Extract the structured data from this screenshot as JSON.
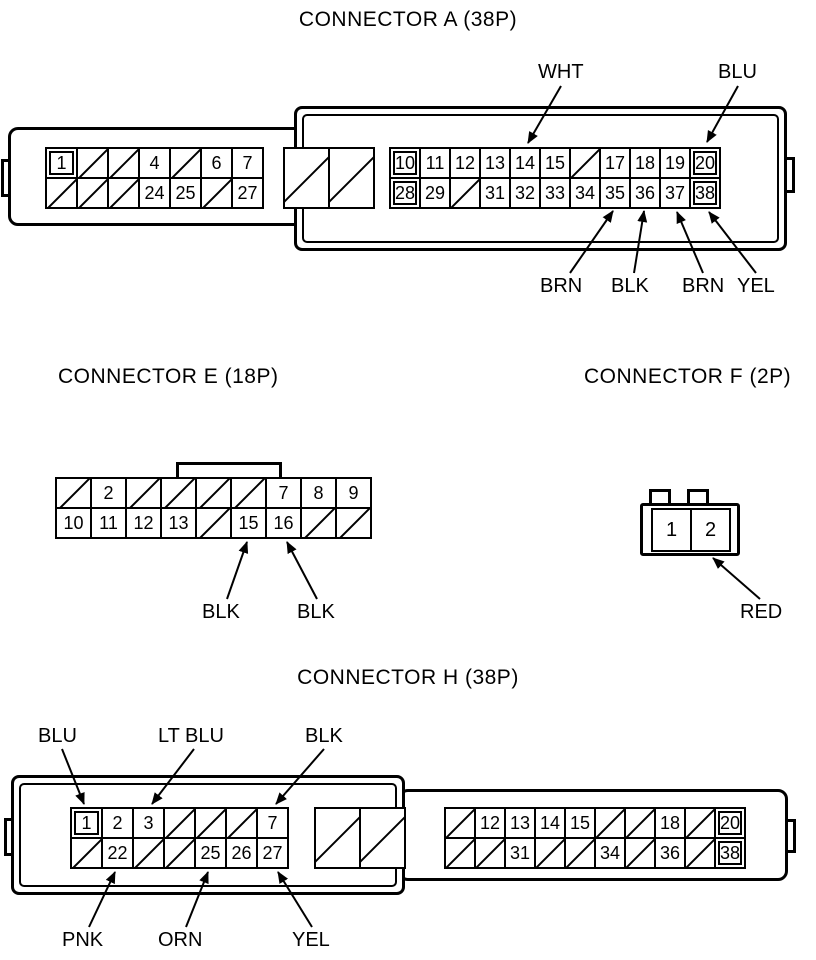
{
  "connector_a": {
    "title": "CONNECTOR A (38P)",
    "pins_left_top": [
      "1",
      "",
      "",
      "4",
      "",
      "6",
      "7"
    ],
    "pins_left_bottom": [
      "",
      "",
      "",
      "24",
      "25",
      "",
      "27"
    ],
    "pins_right_top": [
      "10",
      "11",
      "12",
      "13",
      "14",
      "15",
      "",
      "17",
      "18",
      "19",
      "20"
    ],
    "pins_right_bottom": [
      "28",
      "29",
      "",
      "31",
      "32",
      "33",
      "34",
      "35",
      "36",
      "37",
      "38"
    ],
    "wire_labels_top": [
      {
        "text": "WHT",
        "pin": "14"
      },
      {
        "text": "BLU",
        "pin": "20"
      }
    ],
    "wire_labels_bottom": [
      {
        "text": "BRN",
        "pin": "35"
      },
      {
        "text": "BLK",
        "pin": "36"
      },
      {
        "text": "BRN",
        "pin": "37"
      },
      {
        "text": "YEL",
        "pin": "38"
      }
    ]
  },
  "connector_e": {
    "title": "CONNECTOR E (18P)",
    "pins_top": [
      "",
      "2",
      "",
      "",
      "",
      "",
      "7",
      "8",
      "9"
    ],
    "pins_bottom": [
      "10",
      "11",
      "12",
      "13",
      "",
      "15",
      "16",
      "",
      ""
    ],
    "wire_labels": [
      {
        "text": "BLK",
        "pin": "15"
      },
      {
        "text": "BLK",
        "pin": "16"
      }
    ]
  },
  "connector_f": {
    "title": "CONNECTOR F (2P)",
    "pins": [
      "1",
      "2"
    ],
    "wire_labels": [
      {
        "text": "RED",
        "pin": "2"
      }
    ]
  },
  "connector_h": {
    "title": "CONNECTOR H (38P)",
    "pins_left_top": [
      "1",
      "2",
      "3",
      "",
      "",
      "",
      "7"
    ],
    "pins_left_bottom": [
      "",
      "22",
      "",
      "",
      "25",
      "26",
      "27"
    ],
    "pins_right_top": [
      "",
      "12",
      "13",
      "14",
      "15",
      "",
      "",
      "18",
      "",
      "20"
    ],
    "pins_right_bottom": [
      "",
      "",
      "31",
      "",
      "",
      "34",
      "",
      "36",
      "",
      "38"
    ],
    "wire_labels_top": [
      {
        "text": "BLU",
        "pin": "1"
      },
      {
        "text": "LT BLU",
        "pin": "3"
      },
      {
        "text": "BLK",
        "pin": "7"
      }
    ],
    "wire_labels_bottom": [
      {
        "text": "PNK",
        "pin": "22"
      },
      {
        "text": "ORN",
        "pin": "25"
      },
      {
        "text": "YEL",
        "pin": "27"
      }
    ]
  }
}
